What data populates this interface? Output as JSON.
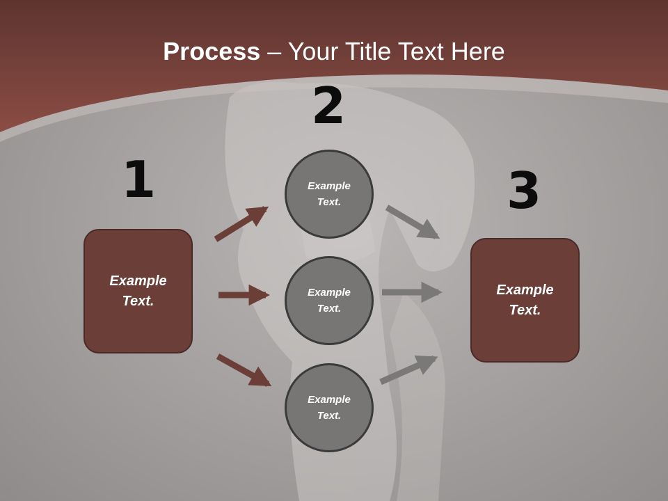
{
  "title": {
    "bold": "Process",
    "rest": " – Your Title Text Here"
  },
  "colors": {
    "header": "#7a4339",
    "box": "#6b3e37",
    "circle": "#777675",
    "arrow_brown": "#6b3e37",
    "arrow_gray": "#7a7978"
  },
  "steps": {
    "one": "1",
    "two": "2",
    "three": "3"
  },
  "left_box": {
    "line1": "Example",
    "line2": "Text."
  },
  "circles": [
    {
      "line1": "Example",
      "line2": "Text."
    },
    {
      "line1": "Example",
      "line2": "Text."
    },
    {
      "line1": "Example",
      "line2": "Text."
    }
  ],
  "right_box": {
    "line1": "Example",
    "line2": "Text."
  }
}
